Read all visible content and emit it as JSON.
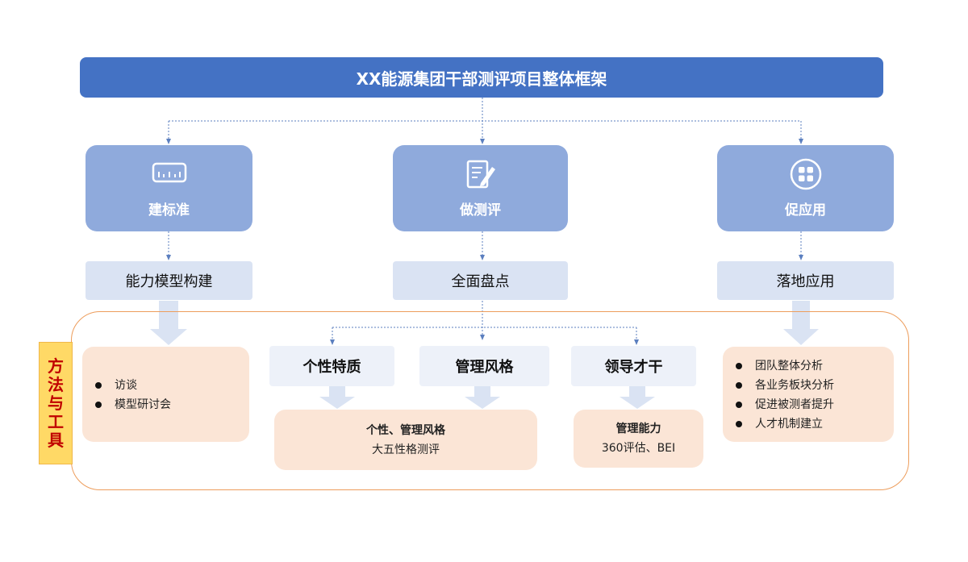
{
  "title": "XX能源集团干部测评项目整体框架",
  "pillars": [
    {
      "label": "建标准",
      "icon": "ruler-icon",
      "sub": "能力模型构建"
    },
    {
      "label": "做测评",
      "icon": "checklist-icon",
      "sub": "全面盘点"
    },
    {
      "label": "促应用",
      "icon": "grid-icon",
      "sub": "落地应用"
    }
  ],
  "tools_label": [
    "方",
    "法",
    "与",
    "工",
    "具"
  ],
  "left_methods": [
    "访谈",
    "模型研讨会"
  ],
  "traits": [
    "个性特质",
    "管理风格",
    "领导才干"
  ],
  "method_personality": {
    "title": "个性、管理风格",
    "tool": "大五性格测评"
  },
  "method_leadership": {
    "title": "管理能力",
    "tool": "360评估、BEI"
  },
  "right_methods": [
    "团队整体分析",
    "各业务板块分析",
    "促进被测者提升",
    "人才机制建立"
  ],
  "colors": {
    "title_bar": "#4472c4",
    "pillar": "#8faadc",
    "sub": "#dae3f3",
    "peach": "#fbe5d6",
    "frame": "#ed9d5c",
    "tools_bg": "#ffd966",
    "tools_text": "#c00000",
    "arrow": "#dae3f3",
    "connector": "#5b7fbf"
  }
}
